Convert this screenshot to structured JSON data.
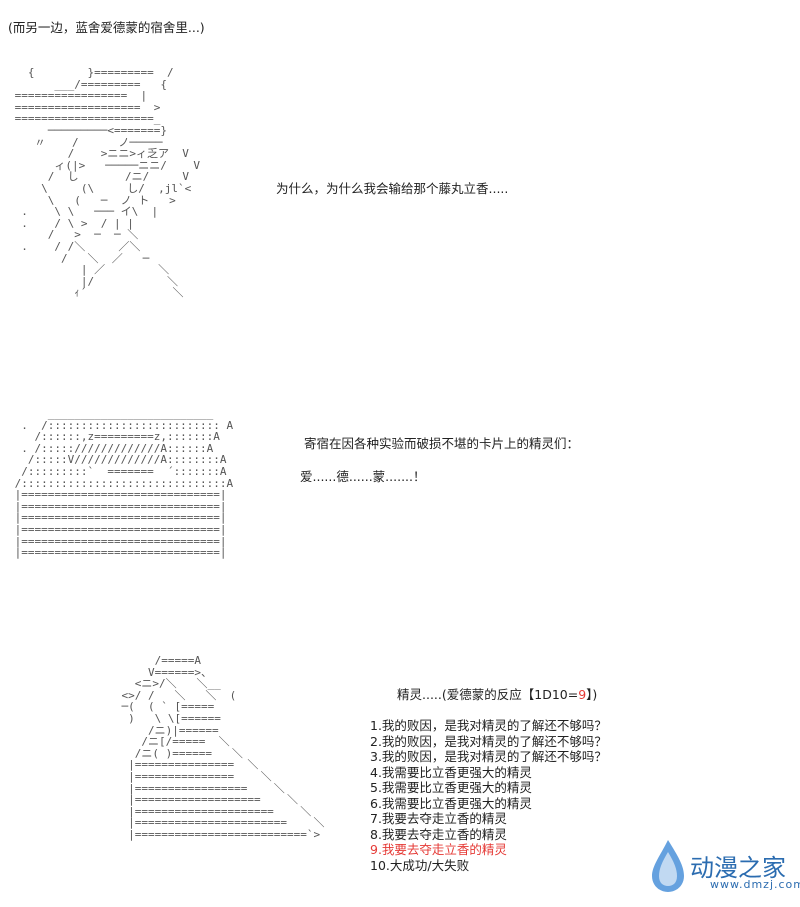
{
  "scene_caption": "(而另一边，蓝舍爱德蒙的宿舍里...)",
  "line_why": "为什么，为什么我会输给那个藤丸立香.....",
  "line_spirits": "寄宿在因各种实验而破损不堪的卡片上的精灵们：",
  "line_edmond": "爱......德......蒙.......！",
  "roll_prefix": "精灵.....(爱德蒙的反应【1D10=",
  "roll_value": "9",
  "roll_suffix": "】)",
  "options": [
    "1.我的败因，是我对精灵的了解还不够吗？",
    "2.我的败因，是我对精灵的了解还不够吗？",
    "3.我的败因，是我对精灵的了解还不够吗？",
    "4.我需要比立香更强大的精灵",
    "5.我需要比立香更强大的精灵",
    "6.我需要比立香更强大的精灵",
    "7.我要去夺走立香的精灵",
    "8.我要去夺走立香的精灵",
    "9.我要去夺走立香的精灵",
    "10.大成功/大失败"
  ],
  "highlight_index": 8,
  "colors": {
    "highlight": "#e53935",
    "logo": "#2b6cb0"
  },
  "watermark": {
    "title": "动漫之家",
    "url": "www.dmzj.com"
  }
}
